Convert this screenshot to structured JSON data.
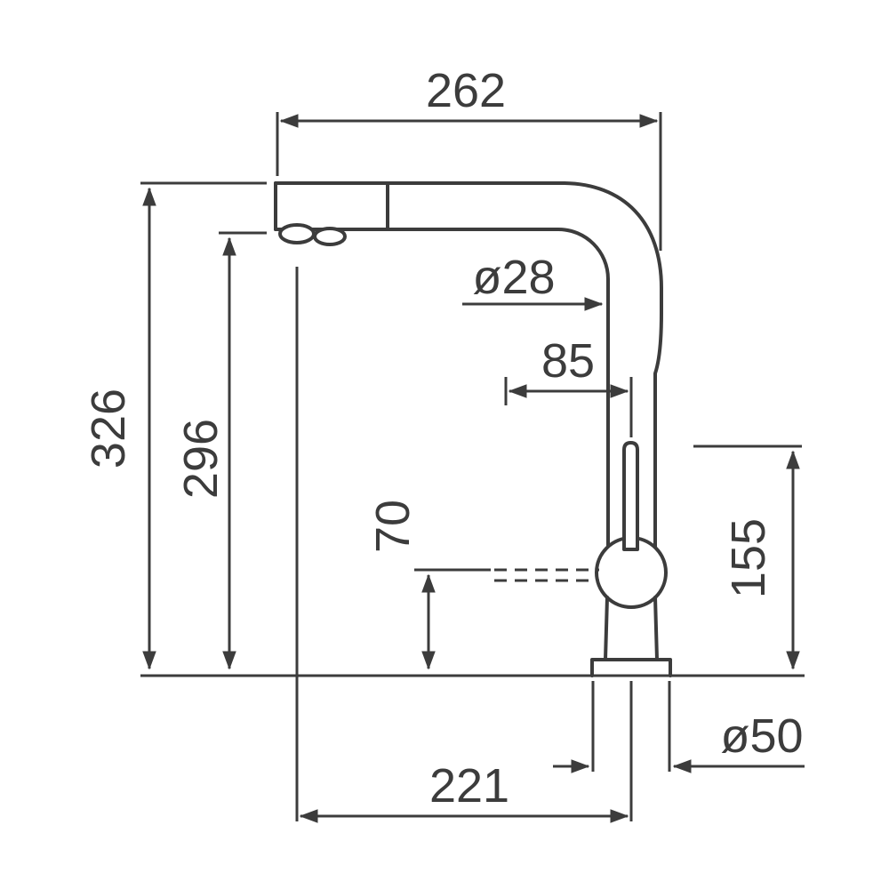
{
  "style": {
    "line_color": "#3c3c3c",
    "background": "#ffffff"
  },
  "dimensions": {
    "top_width": "262",
    "overall_height": "326",
    "spout_height": "296",
    "pipe_diameter": "ø28",
    "handle_offset": "85",
    "hose_height": "70",
    "handle_height": "155",
    "base_diameter": "ø50",
    "reach": "221"
  }
}
